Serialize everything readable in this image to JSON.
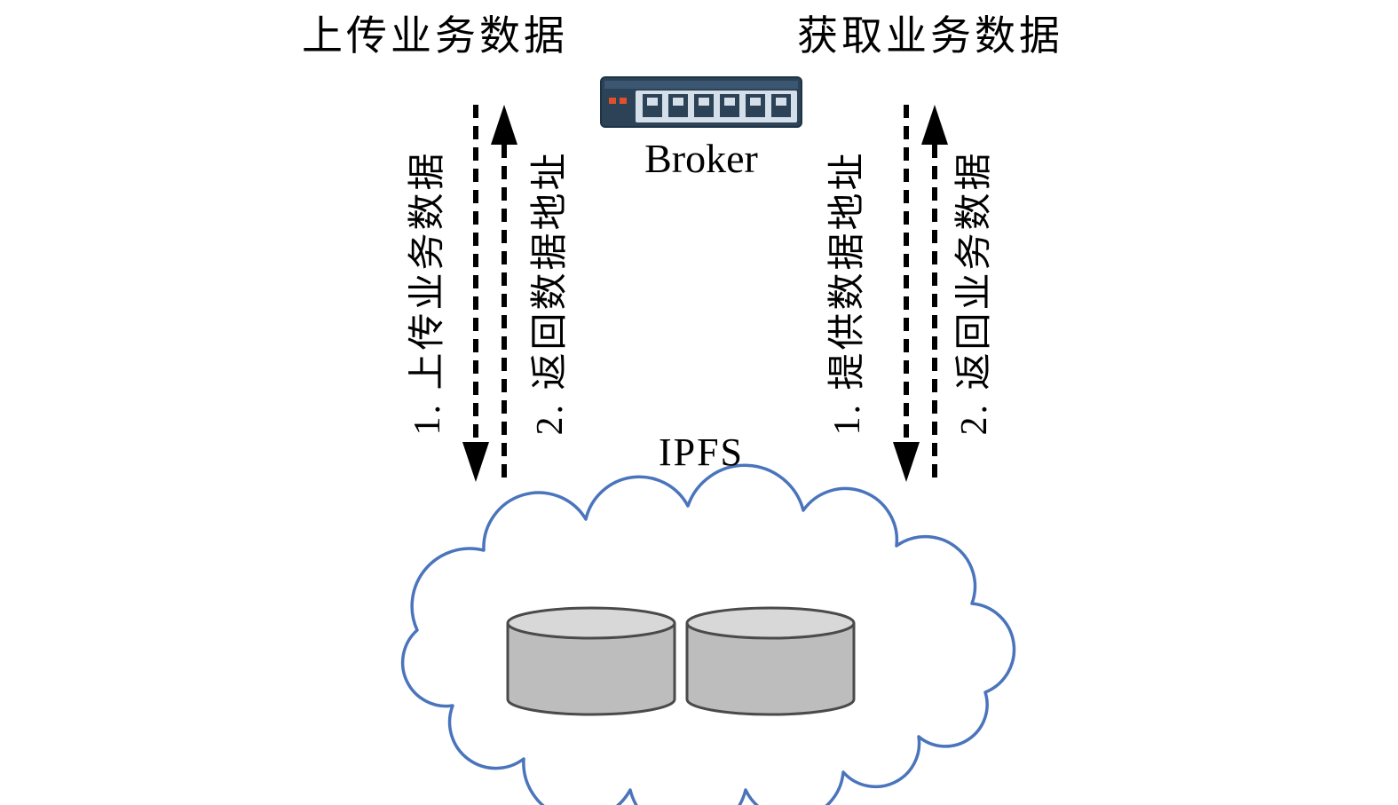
{
  "header": {
    "left_label": "上传业务数据",
    "right_label": "获取业务数据"
  },
  "broker": {
    "label": "Broker"
  },
  "ipfs": {
    "label": "IPFS"
  },
  "flows": {
    "left": [
      {
        "step": "1. 上传业务数据",
        "direction": "down"
      },
      {
        "step": "2. 返回数据地址",
        "direction": "up"
      }
    ],
    "right": [
      {
        "step": "1. 提供数据地址",
        "direction": "down"
      },
      {
        "step": "2. 返回业务数据",
        "direction": "up"
      }
    ]
  },
  "icons": {
    "broker_device": "network-switch-icon",
    "storage_left": "database-cylinder-icon",
    "storage_right": "database-cylinder-icon",
    "network": "ipfs-cloud-icon"
  },
  "colors": {
    "arrow": "#000000",
    "cloud_stroke": "#4a74bc",
    "cylinder_fill": "#bdbdbd",
    "cylinder_top": "#d8d8d8",
    "cylinder_stroke": "#4a4a4a",
    "switch_body": "#2c4257",
    "switch_panel": "#d5dfea",
    "led": "#e0512b"
  }
}
